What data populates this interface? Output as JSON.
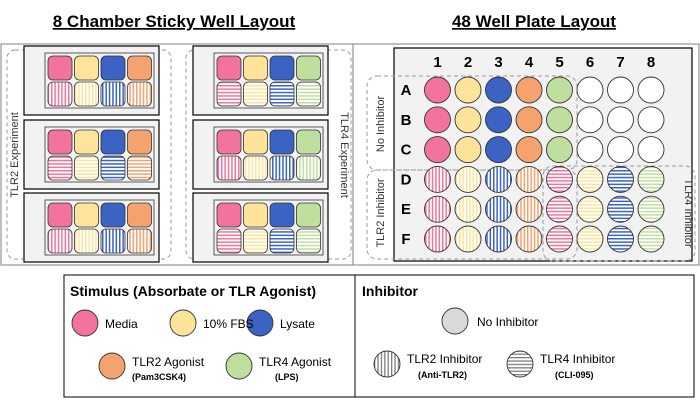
{
  "titles": {
    "left": "8 Chamber Sticky Well Layout",
    "right": "48 Well Plate Layout"
  },
  "colors": {
    "media": "#f2739b",
    "fbs": "#fde49a",
    "lysate": "#3a63c4",
    "tlr2_agonist": "#f4a36f",
    "tlr4_agonist": "#bfdf9e",
    "none": "#ffffff",
    "no_inhibitor": "#d9d9d9",
    "panel_fill": "#f2f2f2",
    "outline": "#000000",
    "dashed": "#9a9a9a"
  },
  "chamber_groups": [
    {
      "label": "TLR2 Experiment",
      "agonist": "tlr2_agonist"
    },
    {
      "label": "TLR4 Experiment",
      "agonist": "tlr4_agonist"
    }
  ],
  "chamber_pattern": {
    "top": "none",
    "bottom_tlr2_group": [
      "vertical",
      "horizontal"
    ],
    "bottom_tlr4_group": [
      "horizontal",
      "vertical"
    ]
  },
  "plate": {
    "columns": [
      "1",
      "2",
      "3",
      "4",
      "5",
      "6",
      "7",
      "8"
    ],
    "rows": [
      {
        "label": "A",
        "pattern": "none"
      },
      {
        "label": "B",
        "pattern": "none"
      },
      {
        "label": "C",
        "pattern": "none"
      },
      {
        "label": "D",
        "pattern": "vertical"
      },
      {
        "label": "E",
        "pattern": "vertical"
      },
      {
        "label": "F",
        "pattern": "vertical"
      }
    ],
    "column_stimulus": [
      "media",
      "fbs",
      "lysate",
      "tlr2_agonist",
      "tlr4_agonist",
      "none",
      "none",
      "none"
    ],
    "inhibitor_rows_col5_8": {
      "rows": [
        "D",
        "E",
        "F"
      ],
      "pattern": "horizontal",
      "stimulus": [
        "media",
        "fbs",
        "lysate",
        "tlr4_agonist"
      ]
    },
    "group_labels": {
      "no_inhibitor": "No Inhibitor",
      "tlr2_inhibitor": "TLR2 Inhibitor",
      "tlr4_inhibitor": "TLR4 Inhibitor"
    }
  },
  "legend": {
    "stimulus_title": "Stimulus (Absorbate or TLR Agonist)",
    "inhibitor_title": "Inhibitor",
    "items": {
      "media": "Media",
      "fbs": "10% FBS",
      "lysate": "Lysate",
      "tlr2_agonist": "TLR2 Agonist",
      "tlr2_agonist_sub": "(Pam3CSK4)",
      "tlr4_agonist": "TLR4 Agonist",
      "tlr4_agonist_sub": "(LPS)",
      "no_inhibitor": "No Inhibitor",
      "tlr2_inhibitor": "TLR2 Inhibitor",
      "tlr2_inhibitor_sub": "(Anti-TLR2)",
      "tlr4_inhibitor": "TLR4 Inhibitor",
      "tlr4_inhibitor_sub": "(CLI-095)"
    }
  }
}
